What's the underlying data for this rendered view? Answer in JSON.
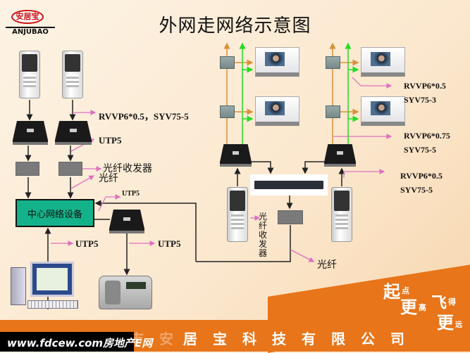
{
  "title": "外网走网络示意图",
  "logo": {
    "chinese": "安居宝",
    "english": "ANJUBAO"
  },
  "left": {
    "cable1": "RVVP6*0.5，SYV75-5",
    "cable2": "UTP5",
    "converter": "光纤收发器",
    "fiber": "光纤",
    "utp_small": "UTP5",
    "center": "中心网络设备",
    "utp_pc": "UTP5",
    "utp_phone": "UTP5"
  },
  "right": {
    "cable_a1": "RVVP6*0.5",
    "cable_a2": "SYV75-3",
    "cable_b1": "RVVP6*0.75",
    "cable_b2": "SYV75-5",
    "cable_c1": "RVVP6*0.5",
    "cable_c2": "SYV75-5",
    "converter_vertical": "光纤收发器",
    "fiber": "光纤"
  },
  "footer": {
    "company_hidden": "广州市安",
    "company": "居宝科技有限公司",
    "website": "www.fdcew.com房地产E网",
    "slogan": [
      "起",
      "点",
      "更",
      "高",
      "飞",
      "得",
      "更",
      "远"
    ]
  },
  "colors": {
    "accent": "#e8751a",
    "center": "#14b28a",
    "pink": "#e070c0",
    "green": "#22dd22",
    "orange": "#d9903a"
  }
}
